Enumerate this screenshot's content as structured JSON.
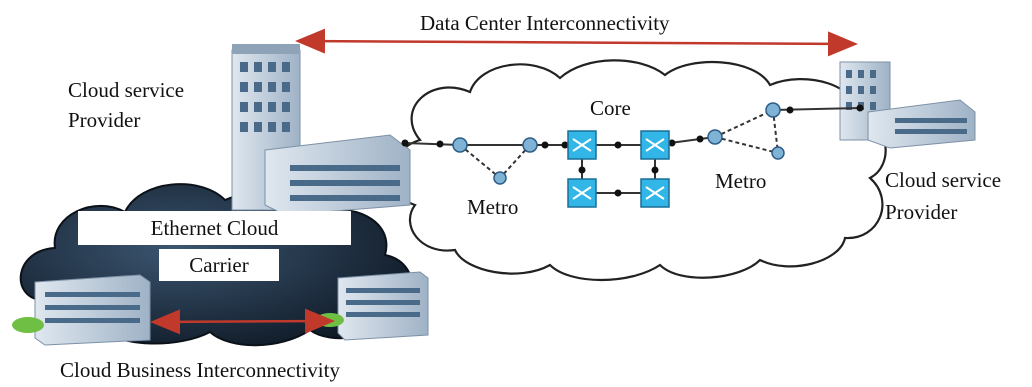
{
  "labels": {
    "top_link": "Data Center Interconnectivity",
    "left_provider_line1": "Cloud service",
    "left_provider_line2": "Provider",
    "right_provider_line1": "Cloud service",
    "right_provider_line2": "Provider",
    "core": "Core",
    "metro_left": "Metro",
    "metro_right": "Metro",
    "ethernet_cloud": "Ethernet Cloud",
    "carrier": "Carrier",
    "bottom_link": "Cloud Business Interconnectivity"
  },
  "colors": {
    "link_arrow": "#c0392b",
    "network_cloud_fill": "#ffffff",
    "network_cloud_stroke": "#222222",
    "ethernet_cloud": "#1b2a3a",
    "switch_fill": "#31b6e7",
    "router_fill": "#7fb3d5",
    "building": "#b9c8d8",
    "building_window": "#4a6a8a"
  },
  "icons": {
    "core_switch": "switch-icon",
    "metro_router": "router-icon",
    "provider_building": "building-icon",
    "business_office": "office-building-icon"
  }
}
